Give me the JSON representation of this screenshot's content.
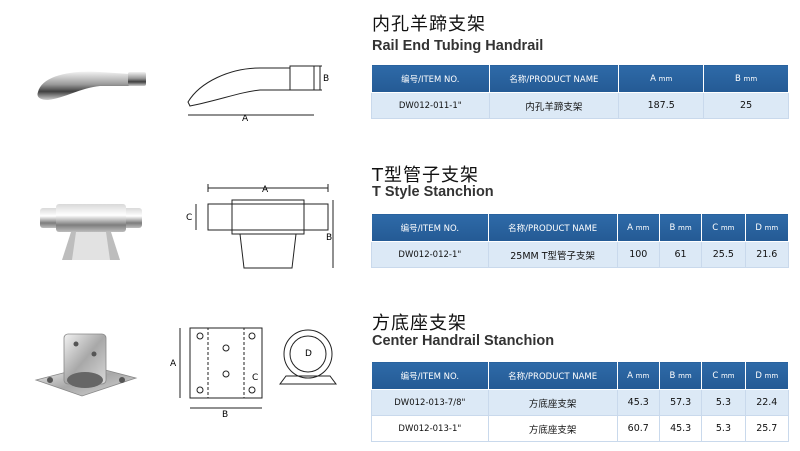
{
  "sections": [
    {
      "title_cn": "内孔羊蹄支架",
      "title_en": "Rail End Tubing Handrail",
      "headers": {
        "code": "编号/ITEM NO.",
        "name": "名称/PRODUCT NAME",
        "a": "A",
        "b": "B",
        "unit": "mm"
      },
      "rows": [
        {
          "code": "DW012-011-1\"",
          "name": "内孔羊蹄支架",
          "a": "187.5",
          "b": "25"
        }
      ],
      "drawing_labels": {
        "a": "A",
        "b": "B"
      }
    },
    {
      "title_cn": "T型管子支架",
      "title_en": "T Style Stanchion",
      "headers": {
        "code": "编号/ITEM NO.",
        "name": "名称/PRODUCT NAME",
        "a": "A",
        "b": "B",
        "c": "C",
        "d": "D",
        "unit": "mm"
      },
      "rows": [
        {
          "code": "DW012-012-1\"",
          "name": "25MM T型管子支架",
          "a": "100",
          "b": "61",
          "c": "25.5",
          "d": "21.6"
        }
      ],
      "drawing_labels": {
        "a": "A",
        "b": "B",
        "c": "C"
      }
    },
    {
      "title_cn": "方底座支架",
      "title_en": "Center Handrail  Stanchion",
      "headers": {
        "code": "编号/ITEM NO.",
        "name": "名称/PRODUCT NAME",
        "a": "A",
        "b": "B",
        "c": "C",
        "d": "D",
        "unit": "mm"
      },
      "rows": [
        {
          "code": "DW012-013-7/8\"",
          "name": "方底座支架",
          "a": "45.3",
          "b": "57.3",
          "c": "5.3",
          "d": "22.4"
        },
        {
          "code": "DW012-013-1\"",
          "name": "方底座支架",
          "a": "60.7",
          "b": "45.3",
          "c": "5.3",
          "d": "25.7"
        }
      ],
      "drawing_labels": {
        "a": "A",
        "b": "B",
        "c": "C",
        "d": "D"
      }
    }
  ],
  "colors": {
    "header_blue": "#2e6aa8",
    "row_highlight": "#dce9f6"
  }
}
